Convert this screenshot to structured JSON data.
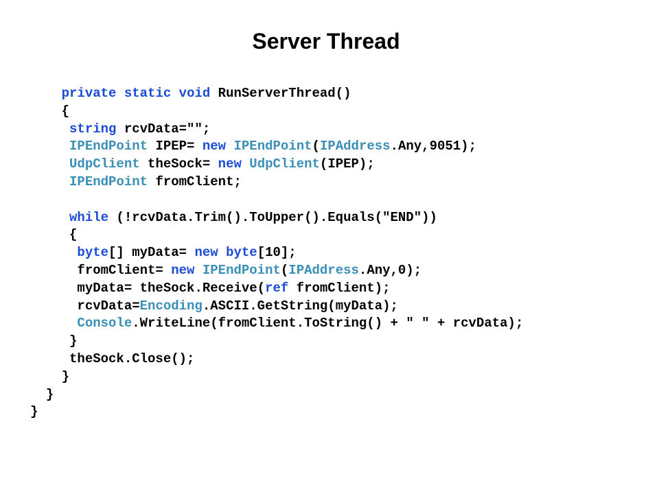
{
  "slide": {
    "title": "Server Thread"
  },
  "colors": {
    "keyword": "#1a4bd6",
    "type": "#3a8fb7",
    "text": "#000000",
    "background": "#ffffff"
  },
  "code": {
    "lines": [
      [
        {
          "t": "    "
        },
        {
          "t": "private",
          "k": "kw"
        },
        {
          "t": " "
        },
        {
          "t": "static",
          "k": "kw"
        },
        {
          "t": " "
        },
        {
          "t": "void",
          "k": "kw"
        },
        {
          "t": " RunServerThread()"
        }
      ],
      [
        {
          "t": "    {"
        }
      ],
      [
        {
          "t": "     "
        },
        {
          "t": "string",
          "k": "kw"
        },
        {
          "t": " rcvData=\"\";"
        }
      ],
      [
        {
          "t": "     "
        },
        {
          "t": "IPEndPoint",
          "k": "ty"
        },
        {
          "t": " IPEP= "
        },
        {
          "t": "new",
          "k": "kw"
        },
        {
          "t": " "
        },
        {
          "t": "IPEndPoint",
          "k": "ty"
        },
        {
          "t": "("
        },
        {
          "t": "IPAddress",
          "k": "ty"
        },
        {
          "t": ".Any,9051);"
        }
      ],
      [
        {
          "t": "     "
        },
        {
          "t": "UdpClient",
          "k": "ty"
        },
        {
          "t": " theSock= "
        },
        {
          "t": "new",
          "k": "kw"
        },
        {
          "t": " "
        },
        {
          "t": "UdpClient",
          "k": "ty"
        },
        {
          "t": "(IPEP);"
        }
      ],
      [
        {
          "t": "     "
        },
        {
          "t": "IPEndPoint",
          "k": "ty"
        },
        {
          "t": " fromClient;"
        }
      ],
      [
        {
          "t": ""
        }
      ],
      [
        {
          "t": "     "
        },
        {
          "t": "while",
          "k": "kw"
        },
        {
          "t": " (!rcvData.Trim().ToUpper().Equals(\""
        },
        {
          "t": "END",
          "k": "str-hl"
        },
        {
          "t": "\"))"
        }
      ],
      [
        {
          "t": "     {"
        }
      ],
      [
        {
          "t": "      "
        },
        {
          "t": "byte",
          "k": "kw"
        },
        {
          "t": "[] myData= "
        },
        {
          "t": "new",
          "k": "kw"
        },
        {
          "t": " "
        },
        {
          "t": "byte",
          "k": "kw"
        },
        {
          "t": "[10];"
        }
      ],
      [
        {
          "t": "      fromClient= "
        },
        {
          "t": "new",
          "k": "kw"
        },
        {
          "t": " "
        },
        {
          "t": "IPEndPoint",
          "k": "ty"
        },
        {
          "t": "("
        },
        {
          "t": "IPAddress",
          "k": "ty"
        },
        {
          "t": ".Any,0);"
        }
      ],
      [
        {
          "t": "      myData= theSock.Receive("
        },
        {
          "t": "ref",
          "k": "kw"
        },
        {
          "t": " fromClient);"
        }
      ],
      [
        {
          "t": "      rcvData="
        },
        {
          "t": "Encoding",
          "k": "ty"
        },
        {
          "t": ".ASCII.GetString(myData);"
        }
      ],
      [
        {
          "t": "      "
        },
        {
          "t": "Console",
          "k": "ty"
        },
        {
          "t": ".WriteLine(fromClient.ToString() + \" \" + rcvData);"
        }
      ],
      [
        {
          "t": "     }"
        }
      ],
      [
        {
          "t": "     theSock.Close();"
        }
      ],
      [
        {
          "t": "    }"
        }
      ],
      [
        {
          "t": "  }"
        }
      ],
      [
        {
          "t": "}"
        }
      ]
    ]
  }
}
